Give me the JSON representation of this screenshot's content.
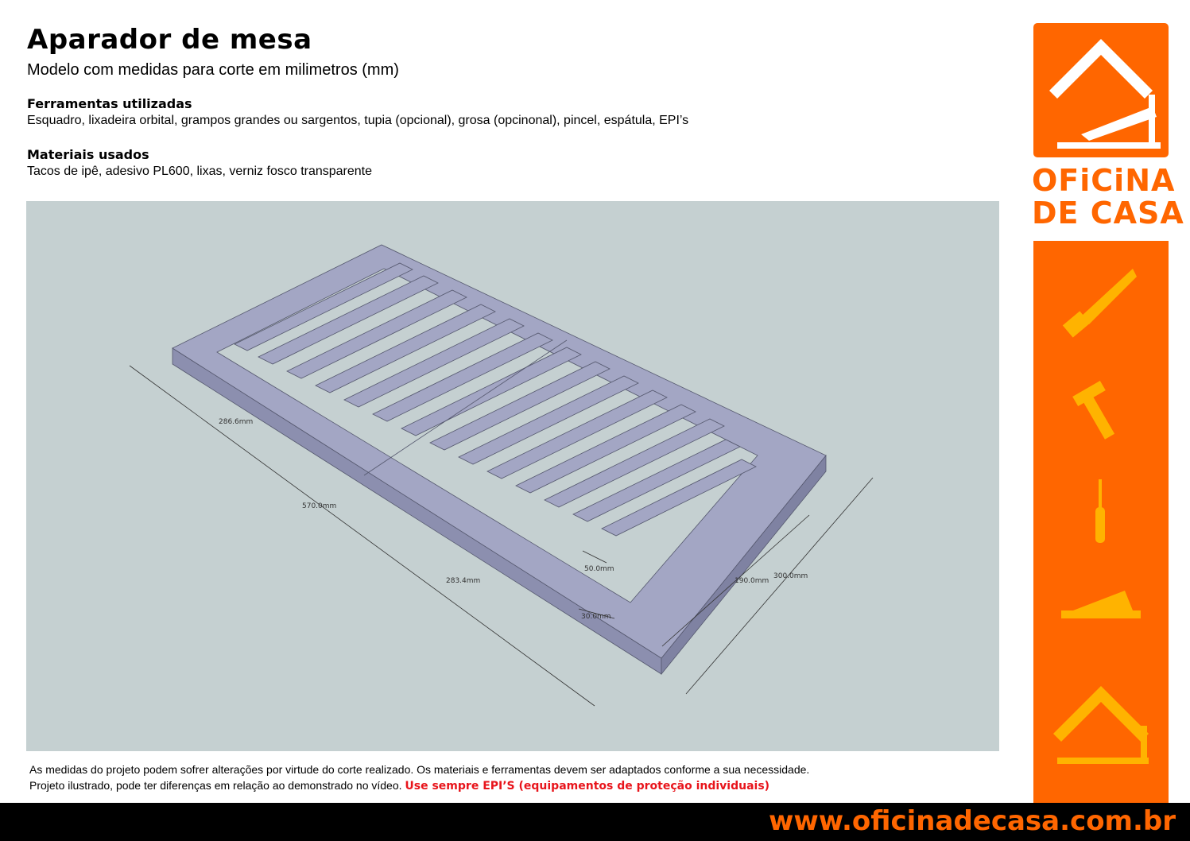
{
  "header": {
    "title": "Aparador de mesa",
    "subtitle": "Modelo com medidas para corte em milimetros (mm)"
  },
  "tools": {
    "heading": "Ferramentas utilizadas",
    "text": "Esquadro, lixadeira orbital, grampos grandes ou sargentos, tupia (opcional), grosa (opcinonal), pincel, espátula, EPI’s"
  },
  "materials": {
    "heading": "Materiais usados",
    "text": "Tacos de ipê, adesivo PL600, lixas, verniz fosco transparente"
  },
  "figure": {
    "dimensions": {
      "d1": "286.6mm",
      "d2": "570.0mm",
      "d3": "283.4mm",
      "d4": "50.0mm",
      "d5": "30.0mm",
      "d6": "190.0mm",
      "d7": "300.0mm"
    },
    "colors": {
      "wood": "#a3a6c4",
      "wood_dark": "#8c8faf",
      "background": "#c5d0d1"
    }
  },
  "notice": {
    "line1": "As medidas do projeto podem sofrer alterações por virtude do corte realizado. Os materiais e ferramentas devem ser adaptados conforme a sua necessidade.",
    "line2": "Projeto ilustrado, pode ter diferenças em relação ao demonstrado no vídeo.",
    "warning": "Use sempre EPI’S (equipamentos de proteção individuais)"
  },
  "brand": {
    "line1": "OFiCiNA",
    "line2": "DE CASA",
    "url": "www.oficinadecasa.com.br",
    "accent": "#ff6600",
    "icon_color": "#ffb300",
    "icons": [
      "saw-icon",
      "hammer-icon",
      "screwdriver-icon",
      "plane-icon",
      "house-tools-icon"
    ]
  }
}
